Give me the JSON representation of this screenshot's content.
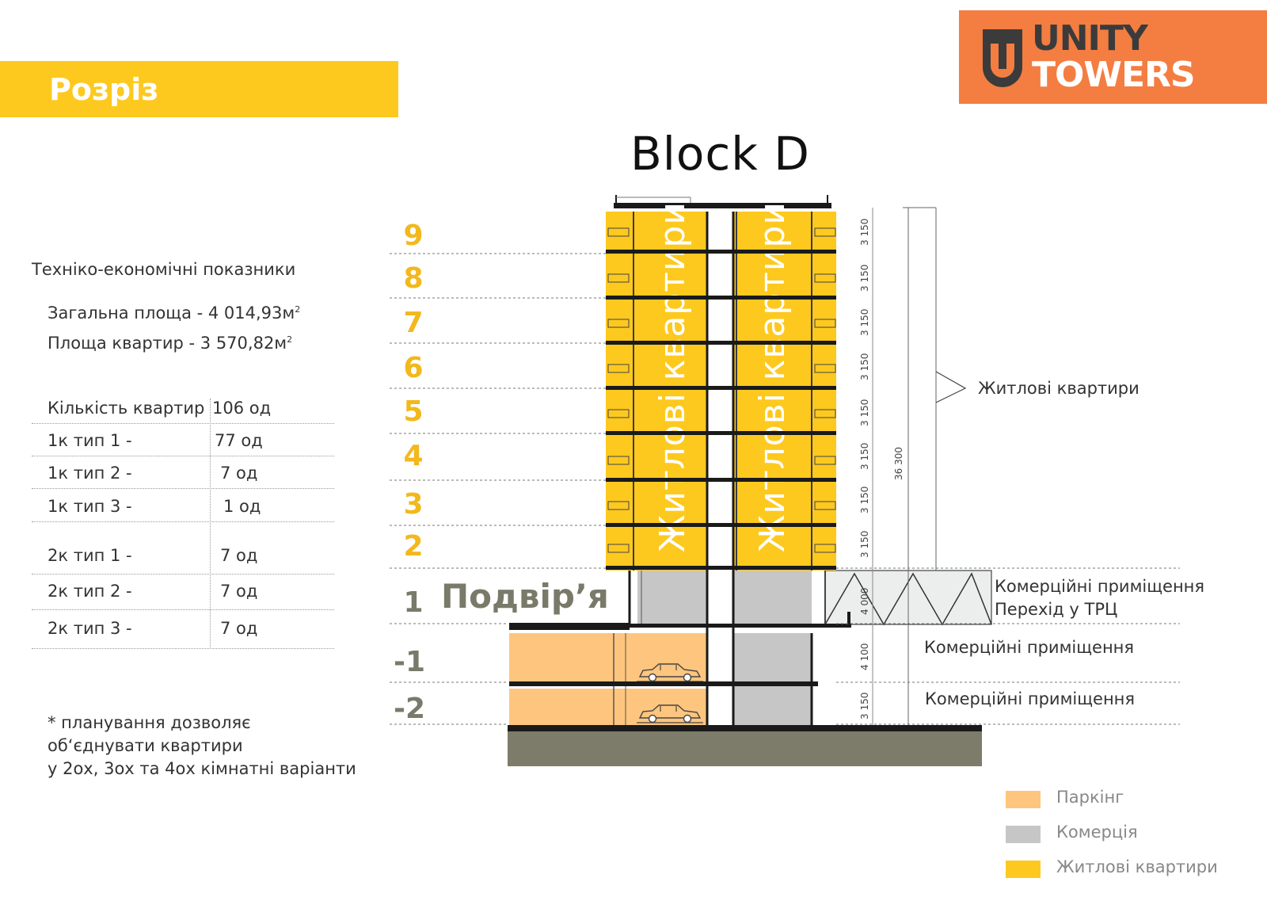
{
  "header": {
    "banner_label": "Розріз"
  },
  "logo": {
    "line1": "UNITY",
    "line2": "TOWERS",
    "mark_letter": "U"
  },
  "section": {
    "title": "Block D",
    "floors": [
      "9",
      "8",
      "7",
      "6",
      "5",
      "4",
      "3",
      "2",
      "1",
      "-1",
      "-2"
    ],
    "courtyard_label": "Подвір’я",
    "vertical_label": "Житлові квартири",
    "dimensions": [
      "3 150",
      "3 150",
      "3 150",
      "3 150",
      "3 150",
      "3 150",
      "3 150",
      "3 150",
      "4 000",
      "4 100",
      "3 150"
    ],
    "total_height": "36 300",
    "zones": {
      "residential": "Житлові квартири",
      "commercial_1": "Комерційні приміщення",
      "transition": "Перехід у ТРЦ",
      "commercial_minus1": "Комерційні приміщення",
      "commercial_minus2": "Комерційні приміщення"
    }
  },
  "stats": {
    "title": "Техніко-економічні показники",
    "total_area": {
      "label": "Загальна площа - 4 014,93м",
      "unit_sup": "2"
    },
    "apartment_area": {
      "label": "Площа квартир - 3 570,82м",
      "unit_sup": "2"
    },
    "rows": [
      {
        "label": "Кількість квартир",
        "value": "106 од"
      },
      {
        "label": "1к тип 1 -",
        "value": "77 од"
      },
      {
        "label": "1к тип 2 -",
        "value": "7 од"
      },
      {
        "label": "1к тип 3 -",
        "value": "1 од"
      },
      {
        "label": "2к тип 1 -",
        "value": "7 од"
      },
      {
        "label": "2к тип 2 -",
        "value": "7 од"
      },
      {
        "label": "2к тип 3 -",
        "value": "7 од"
      }
    ]
  },
  "footnote": {
    "line1": "* планування дозволяє",
    "line2": "об‘єднувати квартири",
    "line3": "у 2ох, 3ох та 4ох кімнатні варіанти"
  },
  "legend": [
    {
      "label": "Паркінг",
      "color": "#fec57e"
    },
    {
      "label": "Комерція",
      "color": "#c6c6c6"
    },
    {
      "label": "Житлові квартири",
      "color": "#fdc91f"
    }
  ],
  "colors": {
    "accent_yellow": "#fdc91f",
    "logo_orange": "#f47d41",
    "ground": "#7d7c6a",
    "floor_label": "#f2b81c"
  }
}
